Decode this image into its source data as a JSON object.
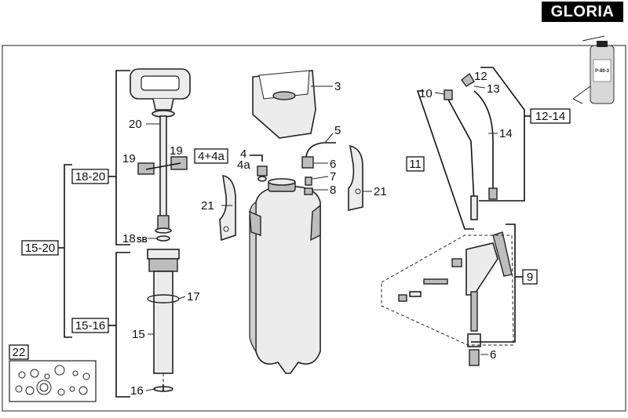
{
  "brand": {
    "name": "GLORIA",
    "color": "#000000"
  },
  "group_labels": {
    "g18_20": "18-20",
    "g15_20": "15-20",
    "g15_16": "15-16",
    "g4_4a": "4+4a",
    "g11": "11",
    "g12_14": "12-14",
    "g9": "9",
    "g22": "22"
  },
  "part_labels": {
    "p3": "3",
    "p4": "4",
    "p4a": "4a",
    "p5": "5",
    "p6a": "6",
    "p6b": "6",
    "p7": "7",
    "p8": "8",
    "p10": "10",
    "p12": "12",
    "p13": "13",
    "p14": "14",
    "p15": "15",
    "p16": "16",
    "p17": "17",
    "p18sb": "18",
    "p18sb_sub": "SB",
    "p19a": "19",
    "p19b": "19",
    "p20": "20",
    "p21a": "21",
    "p21b": "21"
  },
  "inset": {
    "product_label": "P-80-3"
  }
}
